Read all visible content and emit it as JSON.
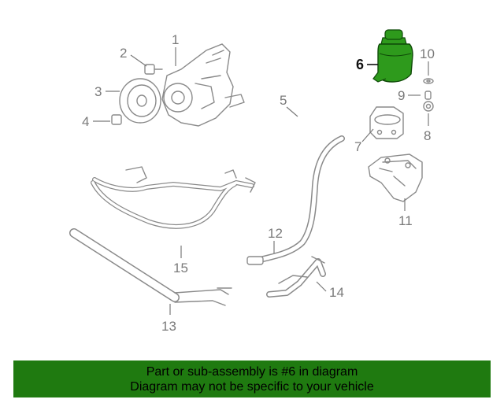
{
  "diagram": {
    "highlight_color": "#2e9a1c",
    "callouts": {
      "c1": "1",
      "c2": "2",
      "c3": "3",
      "c4": "4",
      "c5": "5",
      "c6": "6",
      "c7": "7",
      "c8": "8",
      "c9": "9",
      "c10": "10",
      "c11": "11",
      "c12": "12",
      "c13": "13",
      "c14": "14",
      "c15": "15"
    }
  },
  "banner": {
    "line1": "Part or sub-assembly is #6 in diagram",
    "line2": "Diagram may not be specific to your vehicle",
    "bg_color": "#1f7a10"
  }
}
